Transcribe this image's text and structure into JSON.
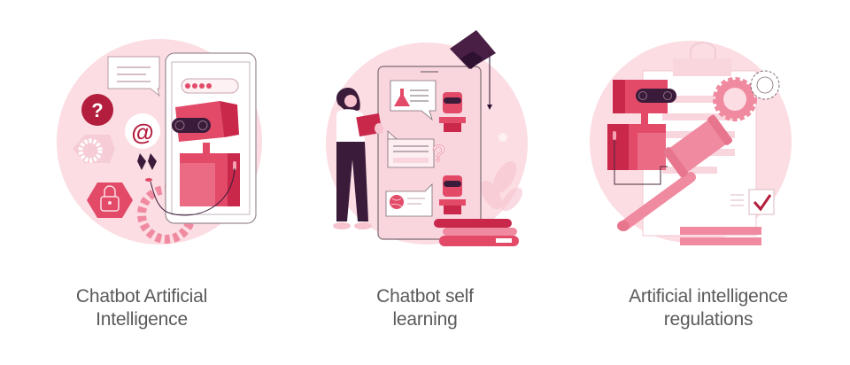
{
  "colors": {
    "bg_circle": "#fbdde3",
    "primary": "#e24a68",
    "primary_dark": "#c9284b",
    "primary_light": "#f08aa0",
    "pale": "#f7c3cf",
    "dark": "#3b1b3a",
    "line": "#4a2a3e",
    "text": "#5a5a5a"
  },
  "panels": [
    {
      "id": "chatbot-ai",
      "caption_line1": "Chatbot Artificial",
      "caption_line2": "Intelligence",
      "icons": [
        "chat-bubble-icon",
        "question-mark-icon",
        "at-sign-icon",
        "gear-icon",
        "lock-icon",
        "smartphone-icon",
        "password-field-icon",
        "robot-icon",
        "robot-arm-icon"
      ],
      "question_glyph": "?",
      "at_glyph": "@"
    },
    {
      "id": "chatbot-self-learning",
      "caption_line1": "Chatbot self",
      "caption_line2": "learning",
      "icons": [
        "woman-with-tablet-icon",
        "tablet-device-icon",
        "graduation-cap-icon",
        "flask-icon",
        "robot-head-icon",
        "globe-icon",
        "books-stack-icon",
        "question-mark-icon",
        "plant-leaves-icon"
      ],
      "question_glyph": "?"
    },
    {
      "id": "ai-regulations",
      "caption_line1": "Artificial intelligence",
      "caption_line2": "regulations",
      "icons": [
        "robot-icon",
        "clipboard-document-icon",
        "gear-icon",
        "gavel-icon",
        "checkbox-check-icon",
        "stand-base-icon"
      ]
    }
  ]
}
